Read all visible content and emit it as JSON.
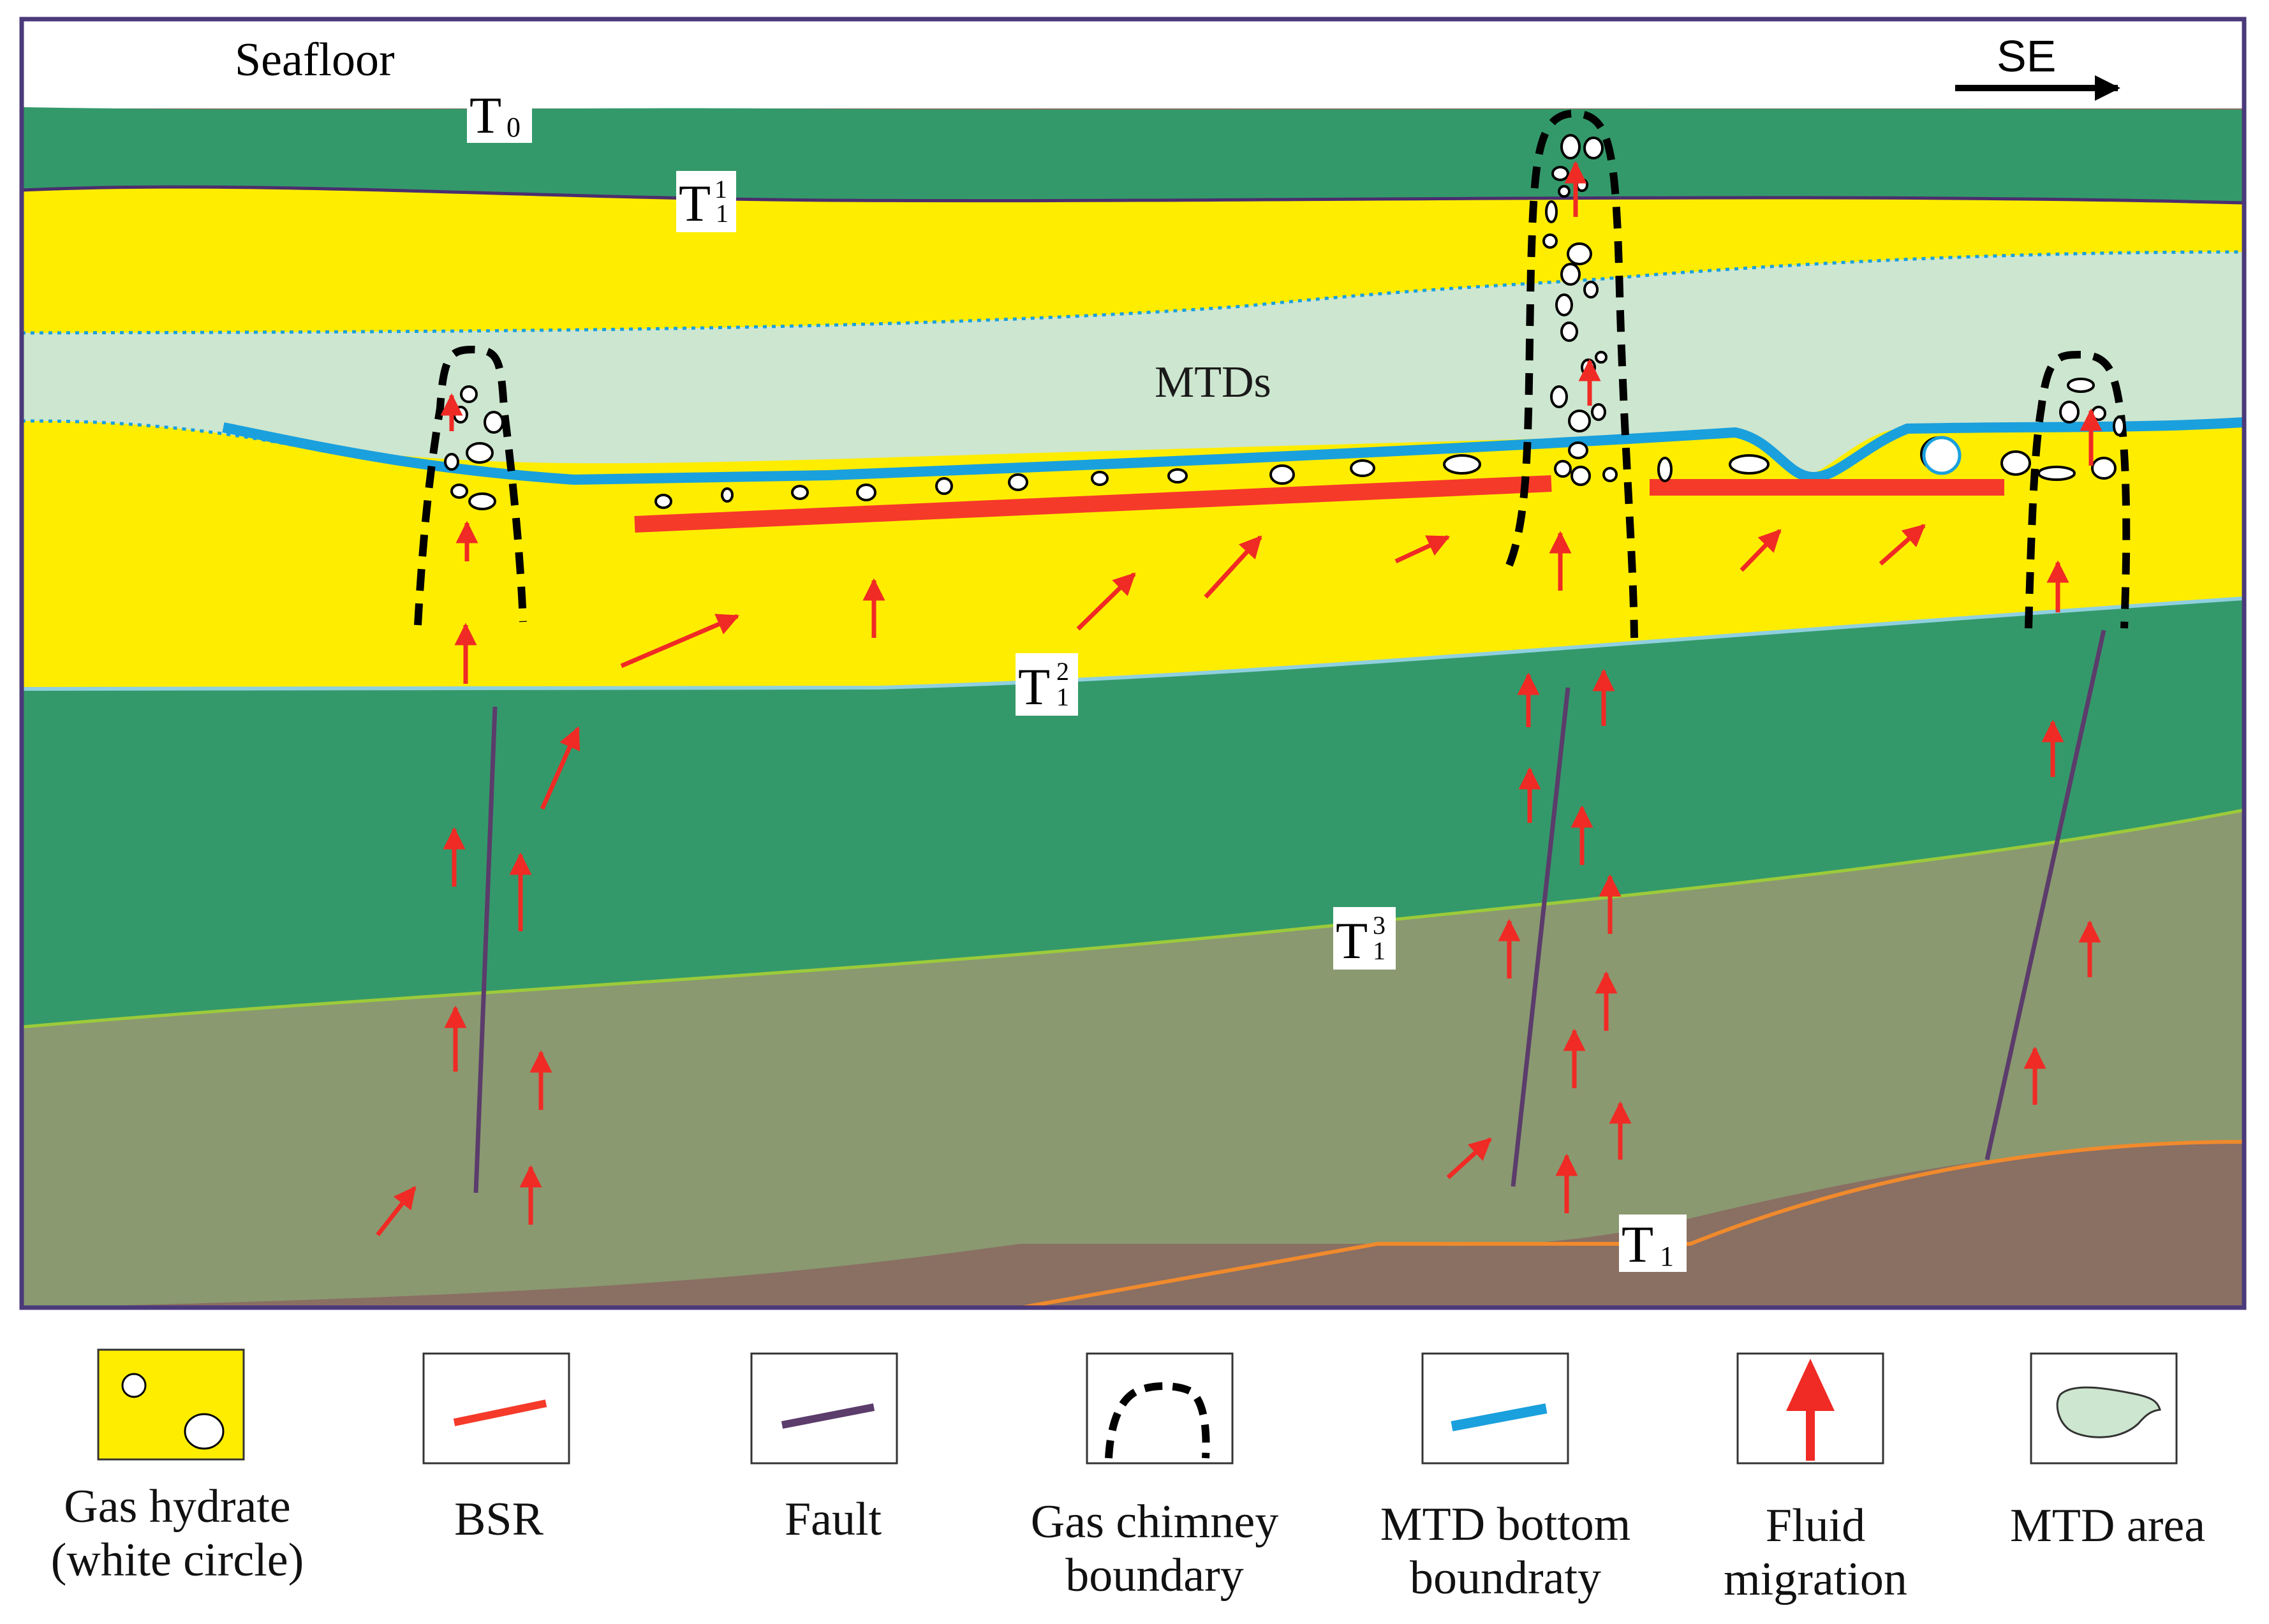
{
  "cross_section": {
    "seafloor_label": "Seafloor",
    "direction_label": "SE",
    "mtd_label": "MTDs",
    "horizons": [
      {
        "id": "t0",
        "main": "T",
        "sub": "0",
        "sup": ""
      },
      {
        "id": "t1-1",
        "main": "T",
        "sub": "1",
        "sup": "1"
      },
      {
        "id": "t1-2",
        "main": "T",
        "sub": "1",
        "sup": "2"
      },
      {
        "id": "t1-3",
        "main": "T",
        "sub": "1",
        "sup": "3"
      },
      {
        "id": "t1",
        "main": "T",
        "sub": "1",
        "sup": ""
      }
    ]
  },
  "colors": {
    "hydrate_yellow": "#FFED00",
    "dark_green": "#34996A",
    "mtd_light_green": "#CDE6CF",
    "olive": "#8A9970",
    "brown": "#8A6F63",
    "bsr_red": "#F53A2A",
    "mtd_blue": "#1AA0DD",
    "fault_purple": "#5B3C6B",
    "arrow_red": "#F02A24",
    "frame_purple": "#4B3A7A",
    "t1_orange": "#F08A2C"
  },
  "legend": [
    {
      "id": "gas-hydrate",
      "icon": "yellow-box-white-circles",
      "lines": [
        "Gas hydrate",
        "(white circle)"
      ]
    },
    {
      "id": "bsr",
      "icon": "red-line",
      "lines": [
        "BSR"
      ]
    },
    {
      "id": "fault",
      "icon": "purple-line",
      "lines": [
        "Fault"
      ]
    },
    {
      "id": "gas-chimney",
      "icon": "black-dashed-arch",
      "lines": [
        "Gas  chimney",
        "boundary"
      ]
    },
    {
      "id": "mtd-bottom",
      "icon": "blue-line",
      "lines": [
        "MTD bottom",
        "boundraty"
      ]
    },
    {
      "id": "fluid-migration",
      "icon": "red-arrow",
      "lines": [
        "Fluid",
        "migration"
      ]
    },
    {
      "id": "mtd-area",
      "icon": "green-blob",
      "lines": [
        "MTD area"
      ]
    }
  ]
}
